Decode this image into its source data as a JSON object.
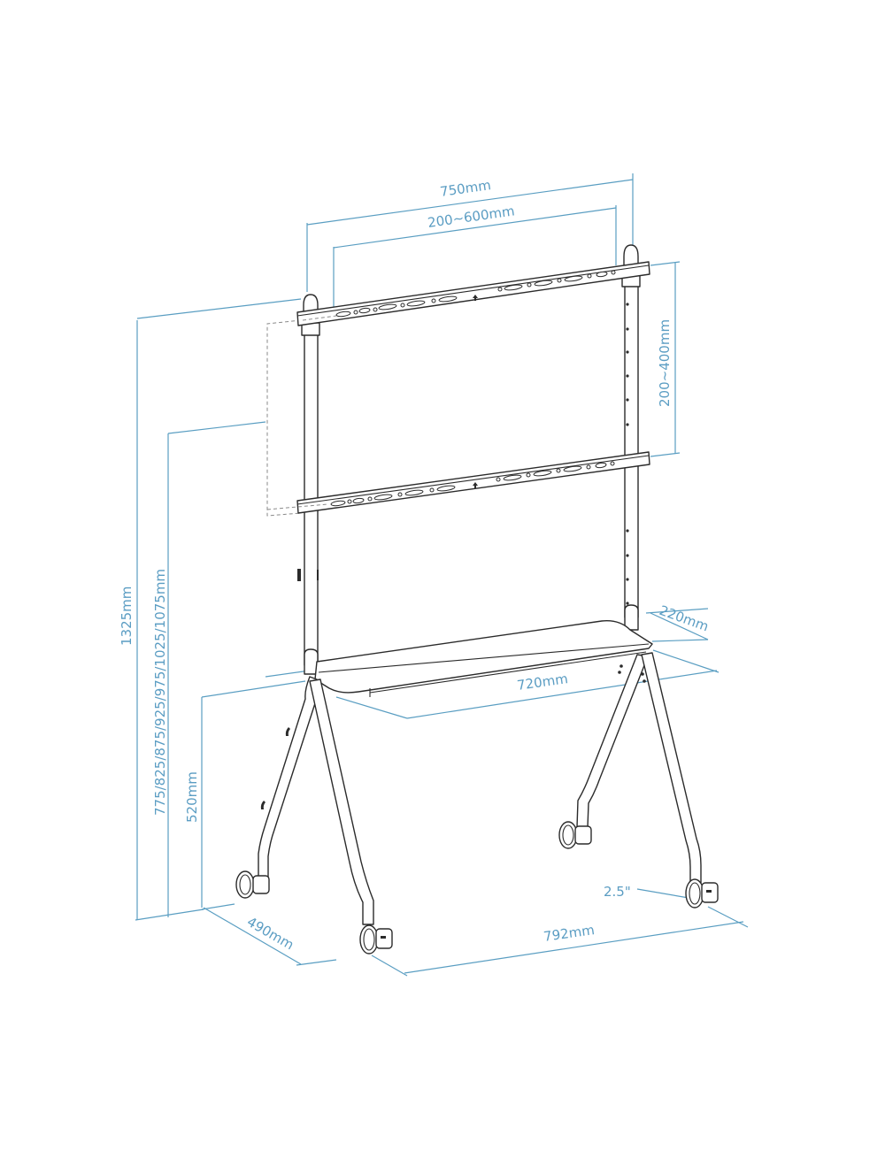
{
  "diagram": {
    "subject": "Mobile TV floor stand with shelf and caster wheels",
    "dimension_color": "#5b9dc3",
    "line_color": "#2b2b2b",
    "dimensions": {
      "overall_width": "750mm",
      "vesa_horizontal": "200~600mm",
      "vesa_vertical": "200~400mm",
      "overall_height": "1325mm",
      "mount_height_options": "775/825/875/925/975/1025/1075mm",
      "shelf_height": "520mm",
      "shelf_depth": "220mm",
      "shelf_width": "720mm",
      "base_depth": "490mm",
      "base_width": "792mm",
      "caster_size": "2.5\""
    }
  }
}
